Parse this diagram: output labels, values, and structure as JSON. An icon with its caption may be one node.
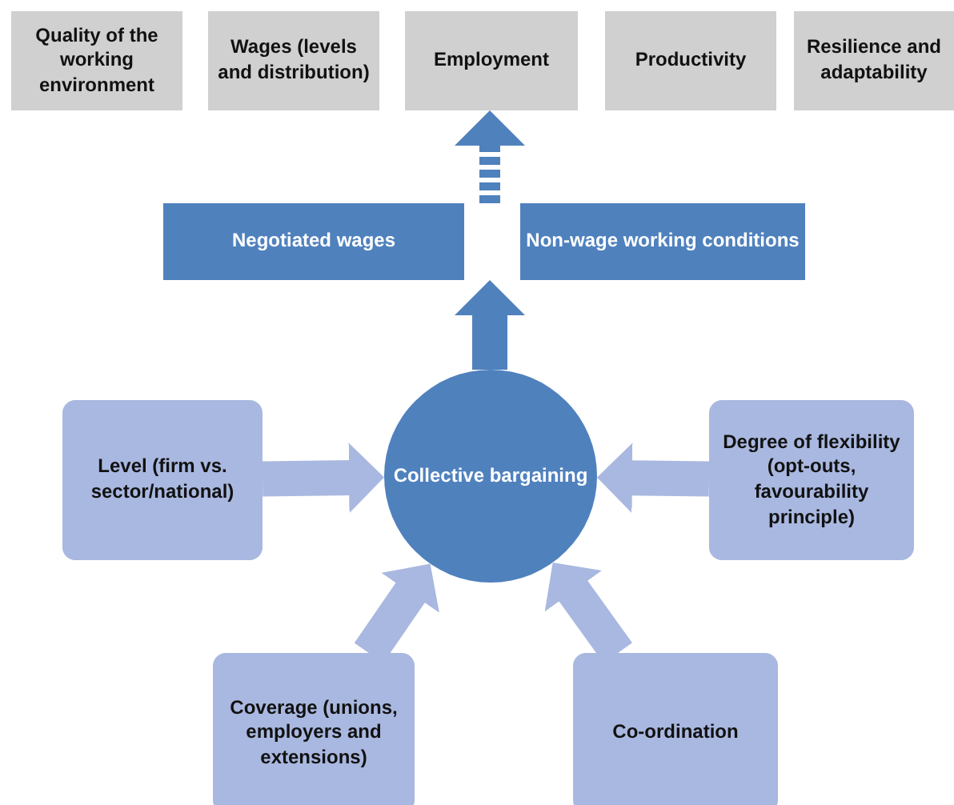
{
  "diagram": {
    "nodes": [
      {
        "text": [
          "Quality of the working environment"
        ]
      },
      {
        "text": [
          "Wages (levels and distribution)"
        ]
      },
      {
        "text": [
          "Employment"
        ]
      },
      {
        "text": [
          "Productivity"
        ]
      },
      {
        "text": [
          "Resilience and adaptability"
        ]
      },
      {
        "text": [
          "Negotiated wages"
        ]
      },
      {
        "text": [
          "Non-wage working conditions"
        ]
      },
      {
        "text": [
          "Collective bargaining"
        ]
      },
      {
        "text": [
          "Level (firm vs. sector/national)"
        ]
      },
      {
        "text": [
          "Degree of flexibility (opt-outs, favourability principle)"
        ]
      },
      {
        "text": [
          "Coverage (unions, employers and extensions)"
        ]
      },
      {
        "text": [
          "Co-ordination"
        ]
      }
    ],
    "edges": [
      {
        "from": 8,
        "to": 7,
        "arrow": "to"
      },
      {
        "from": 9,
        "to": 7,
        "arrow": "to"
      },
      {
        "from": 10,
        "to": 7,
        "arrow": "to"
      },
      {
        "from": 11,
        "to": 7,
        "arrow": "to"
      },
      {
        "from": 7,
        "to": 5,
        "arrow": "to",
        "color": "#4f81bd"
      },
      {
        "from": 7,
        "to": 6,
        "arrow": "to",
        "color": "#4f81bd"
      },
      {
        "from": null,
        "to": 2,
        "arrow": "to",
        "style": "dashed",
        "color": "#4f81bd"
      }
    ]
  }
}
